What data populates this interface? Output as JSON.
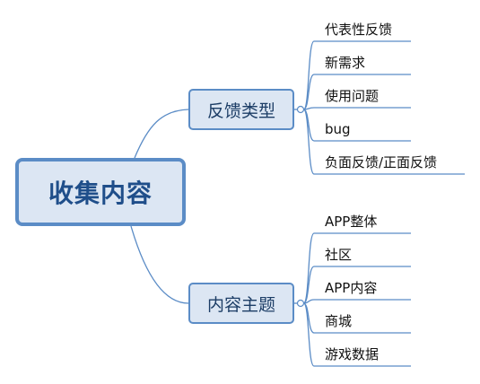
{
  "root": {
    "label": "收集内容"
  },
  "branches": [
    {
      "label": "反馈类型",
      "children": [
        "代表性反馈",
        "新需求",
        "使用问题",
        "bug",
        "负面反馈/正面反馈"
      ]
    },
    {
      "label": "内容主题",
      "children": [
        "APP整体",
        "社区",
        "APP内容",
        "商城",
        "游戏数据"
      ]
    }
  ],
  "colors": {
    "line": "#5b8cc6",
    "node_fill": "#dce6f3",
    "root_text": "#1f4e8a"
  }
}
